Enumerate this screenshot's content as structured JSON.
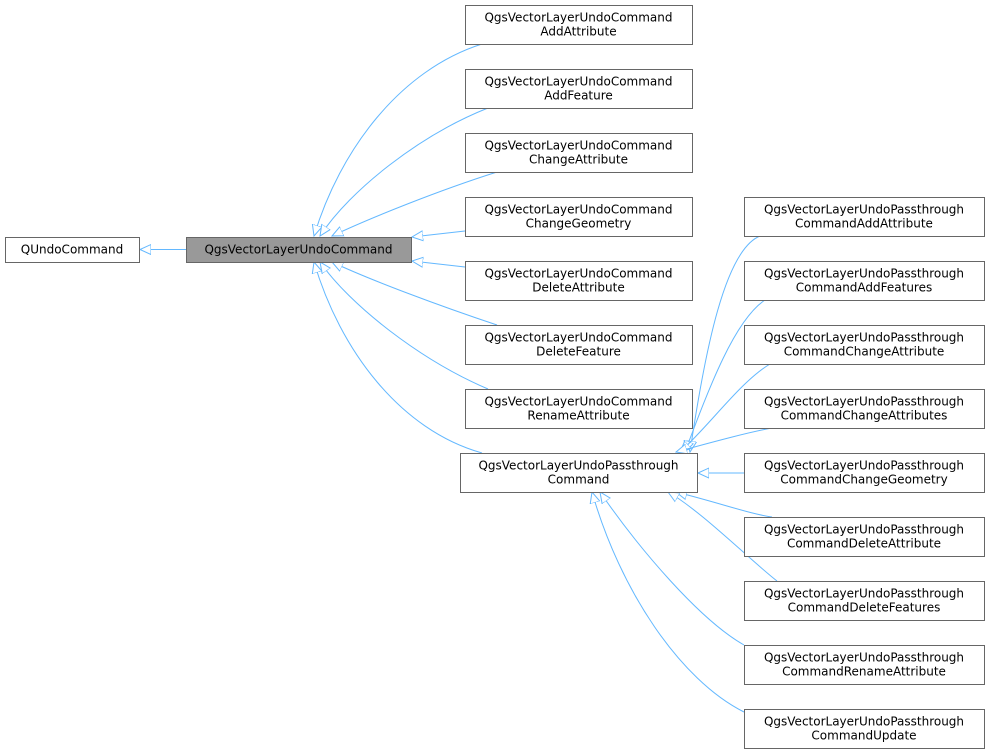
{
  "diagram": {
    "type": "class-inheritance-graph",
    "edge_color": "#63b8ff",
    "highlight_fill": "#999999",
    "nodes": [
      {
        "id": "qundo",
        "lines": [
          "QUndoCommand"
        ]
      },
      {
        "id": "base",
        "lines": [
          "QgsVectorLayerUndoCommand"
        ],
        "highlight": true
      },
      {
        "id": "addattr",
        "lines": [
          "QgsVectorLayerUndoCommand",
          "AddAttribute"
        ]
      },
      {
        "id": "addfeat",
        "lines": [
          "QgsVectorLayerUndoCommand",
          "AddFeature"
        ]
      },
      {
        "id": "chgattr",
        "lines": [
          "QgsVectorLayerUndoCommand",
          "ChangeAttribute"
        ]
      },
      {
        "id": "chggeom",
        "lines": [
          "QgsVectorLayerUndoCommand",
          "ChangeGeometry"
        ]
      },
      {
        "id": "delattr",
        "lines": [
          "QgsVectorLayerUndoCommand",
          "DeleteAttribute"
        ]
      },
      {
        "id": "delfeat",
        "lines": [
          "QgsVectorLayerUndoCommand",
          "DeleteFeature"
        ]
      },
      {
        "id": "renattr",
        "lines": [
          "QgsVectorLayerUndoCommand",
          "RenameAttribute"
        ]
      },
      {
        "id": "pass",
        "lines": [
          "QgsVectorLayerUndoPassthrough",
          "Command"
        ]
      },
      {
        "id": "p_addattr",
        "lines": [
          "QgsVectorLayerUndoPassthrough",
          "CommandAddAttribute"
        ]
      },
      {
        "id": "p_addfeat",
        "lines": [
          "QgsVectorLayerUndoPassthrough",
          "CommandAddFeatures"
        ]
      },
      {
        "id": "p_chgattr",
        "lines": [
          "QgsVectorLayerUndoPassthrough",
          "CommandChangeAttribute"
        ]
      },
      {
        "id": "p_chgattrs",
        "lines": [
          "QgsVectorLayerUndoPassthrough",
          "CommandChangeAttributes"
        ]
      },
      {
        "id": "p_chggeom",
        "lines": [
          "QgsVectorLayerUndoPassthrough",
          "CommandChangeGeometry"
        ]
      },
      {
        "id": "p_delattr",
        "lines": [
          "QgsVectorLayerUndoPassthrough",
          "CommandDeleteAttribute"
        ]
      },
      {
        "id": "p_delfeat",
        "lines": [
          "QgsVectorLayerUndoPassthrough",
          "CommandDeleteFeatures"
        ]
      },
      {
        "id": "p_renattr",
        "lines": [
          "QgsVectorLayerUndoPassthrough",
          "CommandRenameAttribute"
        ]
      },
      {
        "id": "p_update",
        "lines": [
          "QgsVectorLayerUndoPassthrough",
          "CommandUpdate"
        ]
      }
    ],
    "edges": [
      {
        "from": "base",
        "to": "qundo"
      },
      {
        "from": "addattr",
        "to": "base"
      },
      {
        "from": "addfeat",
        "to": "base"
      },
      {
        "from": "chgattr",
        "to": "base"
      },
      {
        "from": "chggeom",
        "to": "base"
      },
      {
        "from": "delattr",
        "to": "base"
      },
      {
        "from": "delfeat",
        "to": "base"
      },
      {
        "from": "renattr",
        "to": "base"
      },
      {
        "from": "pass",
        "to": "base"
      },
      {
        "from": "p_addattr",
        "to": "pass"
      },
      {
        "from": "p_addfeat",
        "to": "pass"
      },
      {
        "from": "p_chgattr",
        "to": "pass"
      },
      {
        "from": "p_chgattrs",
        "to": "pass"
      },
      {
        "from": "p_chggeom",
        "to": "pass"
      },
      {
        "from": "p_delattr",
        "to": "pass"
      },
      {
        "from": "p_delfeat",
        "to": "pass"
      },
      {
        "from": "p_renattr",
        "to": "pass"
      },
      {
        "from": "p_update",
        "to": "pass"
      }
    ]
  }
}
